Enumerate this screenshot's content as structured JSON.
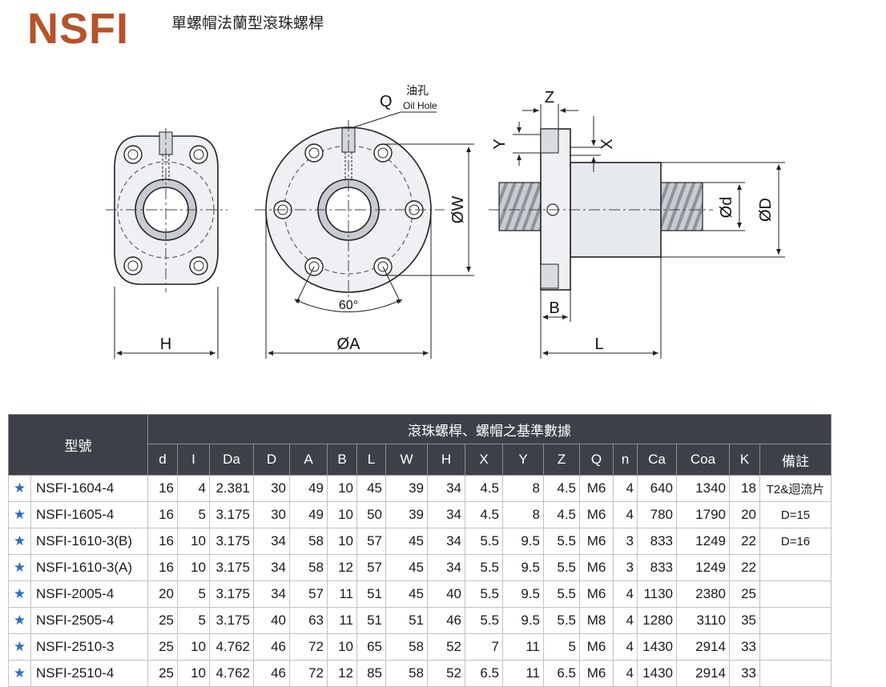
{
  "header": {
    "brand": "NSFI",
    "subtitle": "單螺帽法蘭型滾珠螺桿"
  },
  "drawing": {
    "labels": {
      "q": "Q",
      "oil_hole_cn": "油孔",
      "oil_hole_en": "Oil Hole",
      "z": "Z",
      "y": "Y",
      "x": "X",
      "w": "ØW",
      "d_small": "Ød",
      "d_big": "ØD",
      "angle": "60°",
      "b": "B",
      "h": "H",
      "a": "ØA",
      "l": "L"
    }
  },
  "table": {
    "model_header": "型號",
    "group_header": "滾珠螺桿、螺帽之基準數據",
    "columns": [
      "d",
      "I",
      "Da",
      "D",
      "A",
      "B",
      "L",
      "W",
      "H",
      "X",
      "Y",
      "Z",
      "Q",
      "n",
      "Ca",
      "Coa",
      "K",
      "備註"
    ],
    "star_icon": "★",
    "rows": [
      {
        "model": "NSFI-1604-4",
        "values": [
          "16",
          "4",
          "2.381",
          "30",
          "49",
          "10",
          "45",
          "39",
          "34",
          "4.5",
          "8",
          "4.5",
          "M6",
          "4",
          "640",
          "1340",
          "18",
          "T2&迴流片"
        ]
      },
      {
        "model": "NSFI-1605-4",
        "values": [
          "16",
          "5",
          "3.175",
          "30",
          "49",
          "10",
          "50",
          "39",
          "34",
          "4.5",
          "8",
          "4.5",
          "M6",
          "4",
          "780",
          "1790",
          "20",
          "D=15"
        ]
      },
      {
        "model": "NSFI-1610-3(B)",
        "values": [
          "16",
          "10",
          "3.175",
          "34",
          "58",
          "10",
          "57",
          "45",
          "34",
          "5.5",
          "9.5",
          "5.5",
          "M6",
          "3",
          "833",
          "1249",
          "22",
          "D=16"
        ]
      },
      {
        "model": "NSFI-1610-3(A)",
        "values": [
          "16",
          "10",
          "3.175",
          "34",
          "58",
          "12",
          "57",
          "45",
          "34",
          "5.5",
          "9.5",
          "5.5",
          "M6",
          "3",
          "833",
          "1249",
          "22",
          ""
        ]
      },
      {
        "model": "NSFI-2005-4",
        "values": [
          "20",
          "5",
          "3.175",
          "34",
          "57",
          "11",
          "51",
          "45",
          "40",
          "5.5",
          "9.5",
          "5.5",
          "M6",
          "4",
          "1130",
          "2380",
          "25",
          ""
        ]
      },
      {
        "model": "NSFI-2505-4",
        "values": [
          "25",
          "5",
          "3.175",
          "40",
          "63",
          "11",
          "51",
          "51",
          "46",
          "5.5",
          "9.5",
          "5.5",
          "M8",
          "4",
          "1280",
          "3110",
          "35",
          ""
        ]
      },
      {
        "model": "NSFI-2510-3",
        "values": [
          "25",
          "10",
          "4.762",
          "46",
          "72",
          "10",
          "65",
          "58",
          "52",
          "7",
          "11",
          "5",
          "M6",
          "4",
          "1430",
          "2914",
          "33",
          ""
        ]
      },
      {
        "model": "NSFI-2510-4",
        "values": [
          "25",
          "10",
          "4.762",
          "46",
          "72",
          "12",
          "85",
          "58",
          "52",
          "6.5",
          "11",
          "6.5",
          "M6",
          "4",
          "1430",
          "2914",
          "33",
          ""
        ]
      }
    ]
  }
}
